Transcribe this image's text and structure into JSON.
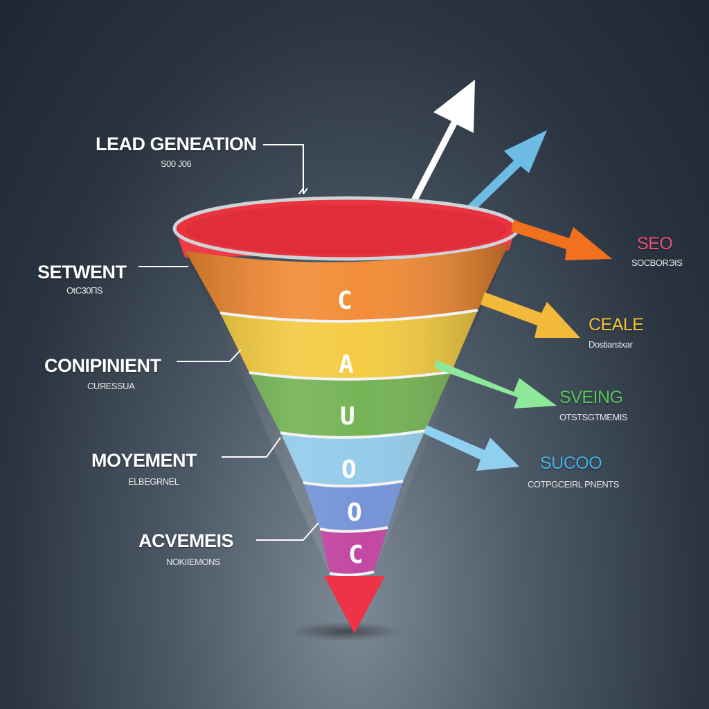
{
  "left_labels": [
    {
      "title": "LEAD GENEATION",
      "sub": "S00 J06"
    },
    {
      "title": "SETWENT",
      "sub": "OtC30ПS"
    },
    {
      "title": "CONIPINIENT",
      "sub": "CUЯESSUA"
    },
    {
      "title": "MOYEMENT",
      "sub": "ELBEGRNEL"
    },
    {
      "title": "ACVEMEIS",
      "sub": "NOKIIEMONS"
    }
  ],
  "right_labels": [
    {
      "title": "SEO",
      "sub": "SOCBORЭIS",
      "color": "#e8507a"
    },
    {
      "title": "CEALE",
      "sub": "Dostiarstxar",
      "color": "#f3c43a"
    },
    {
      "title": "SVEING",
      "sub": "OTSTSGTMEMIS",
      "color": "#56c85a"
    },
    {
      "title": "SUCOO",
      "sub": "COTPGCEIRL PNENTS",
      "color": "#45b4e6"
    }
  ],
  "funnel_letters": [
    "C",
    "A",
    "U",
    "O",
    "O",
    "C"
  ],
  "colors": {
    "red": "#ee3b45",
    "orange": "#f2882f",
    "yellow": "#f3c93a",
    "green": "#6fb04e",
    "blue": "#8ec9e8",
    "indigo": "#6f8fd6",
    "magenta": "#c03e9e",
    "arrow_white": "#ffffff",
    "arrow_blue": "#6cbce6",
    "arrow_orange": "#f2711f",
    "arrow_yellow": "#f3b93a",
    "arrow_green": "#8de89a",
    "arrow_lightblue": "#8fd0f0"
  }
}
